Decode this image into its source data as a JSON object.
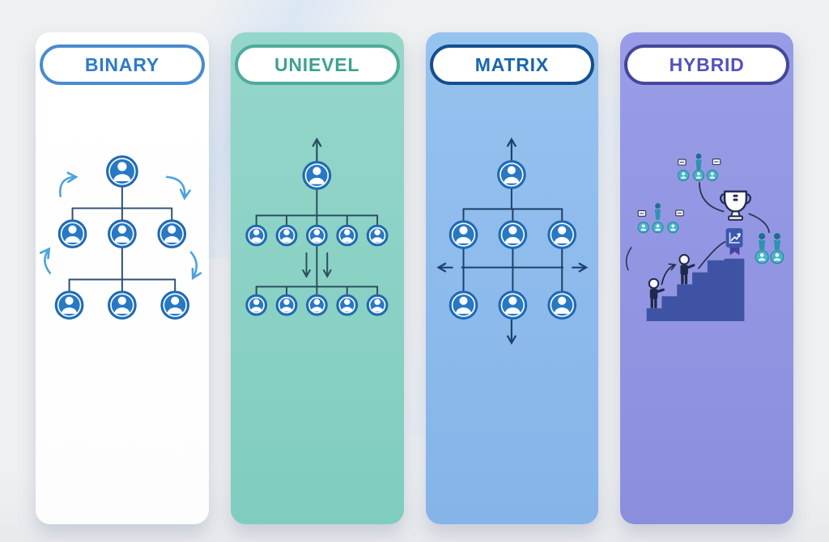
{
  "page": {
    "background": "#eef0f2",
    "description_icons": [
      "org-chart",
      "trophy-icon",
      "staircase",
      "member-avatar"
    ]
  },
  "cards": [
    {
      "id": "binary",
      "type": "binary",
      "title": "BINARY",
      "bg_top": "#ffffff",
      "bg_bottom": "#fdfdfe",
      "pill_border": "#4a8bd0",
      "title_color": "#2f7ac6",
      "line_color": "#2d4f73",
      "node_fill": "#2778c5",
      "node_edge": "#1f66ad",
      "flow_arrow_color": "#4da3dd",
      "levels": [
        1,
        3,
        3
      ]
    },
    {
      "id": "unilevel",
      "type": "unilevel",
      "title": "UNIEVEL",
      "bg_top": "#95d6ca",
      "bg_bottom": "#7fcdbf",
      "pill_border": "#4fab9a",
      "title_color": "#3da192",
      "line_color": "#2b4f60",
      "node_fill": "#2778c5",
      "node_edge": "#1f66ad",
      "flow_arrow_color": "#2b4f60",
      "levels": [
        1,
        5,
        5
      ]
    },
    {
      "id": "matrix",
      "type": "matrix",
      "title": "MATRIX",
      "bg_top": "#96c2ef",
      "bg_bottom": "#85b4e9",
      "pill_border": "#134f8d",
      "title_color": "#1765b2",
      "line_color": "#1d4268",
      "node_fill": "#2778c5",
      "node_edge": "#1f66ad",
      "flow_arrow_color": "#1d4268",
      "levels": [
        1,
        3,
        3
      ]
    },
    {
      "id": "hybrid",
      "type": "hybrid",
      "title": "HYBRID",
      "bg_top": "#999de7",
      "bg_bottom": "#8a8edd",
      "pill_border": "#44479a",
      "title_color": "#5452bb",
      "palette": {
        "stairs": "#3e53a4",
        "climber_figure": "#20294c",
        "teal_person": "#2e93b0",
        "teal_person_head": "#1c6f8e",
        "teal_avatar": "#49b5c8",
        "trophy_outline": "#212b4d",
        "chart_tile": "#3b57ae",
        "ribbon": "#4a3f9c",
        "connector": "#2a3550"
      },
      "icons": [
        "team-group-icon",
        "trophy-icon",
        "growth-chart-icon",
        "staircase",
        "climber-icon",
        "promotion-arrow-icon",
        "distributor-pair-icon"
      ]
    }
  ]
}
